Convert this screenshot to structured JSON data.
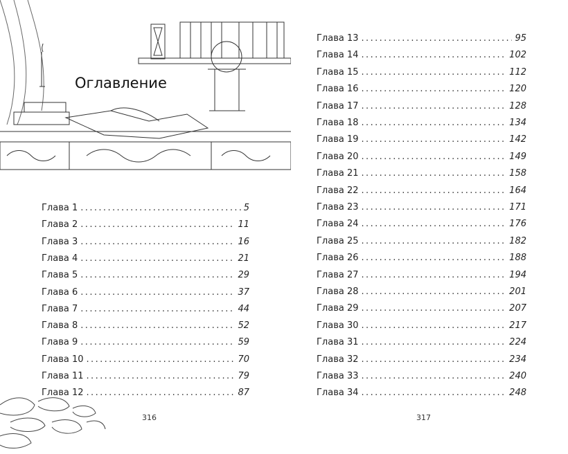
{
  "title": "Оглавление",
  "left_page": {
    "page_number": "316",
    "entries": [
      {
        "label": "Глава 1",
        "page": "5"
      },
      {
        "label": "Глава 2",
        "page": "11"
      },
      {
        "label": "Глава 3",
        "page": "16"
      },
      {
        "label": "Глава 4",
        "page": "21"
      },
      {
        "label": "Глава 5",
        "page": "29"
      },
      {
        "label": "Глава 6",
        "page": "37"
      },
      {
        "label": "Глава 7",
        "page": "44"
      },
      {
        "label": "Глава 8",
        "page": "52"
      },
      {
        "label": "Глава 9",
        "page": "59"
      },
      {
        "label": "Глава 10",
        "page": "70"
      },
      {
        "label": "Глава 11",
        "page": "79"
      },
      {
        "label": "Глава 12",
        "page": "87"
      }
    ]
  },
  "right_page": {
    "page_number": "317",
    "entries": [
      {
        "label": "Глава 13",
        "page": "95"
      },
      {
        "label": "Глава 14",
        "page": "102"
      },
      {
        "label": "Глава 15",
        "page": "112"
      },
      {
        "label": "Глава 16",
        "page": "120"
      },
      {
        "label": "Глава 17",
        "page": "128"
      },
      {
        "label": "Глава 18",
        "page": "134"
      },
      {
        "label": "Глава 19",
        "page": "142"
      },
      {
        "label": "Глава 20",
        "page": "149"
      },
      {
        "label": "Глава 21",
        "page": "158"
      },
      {
        "label": "Глава 22",
        "page": "164"
      },
      {
        "label": "Глава 23",
        "page": "171"
      },
      {
        "label": "Глава 24",
        "page": "176"
      },
      {
        "label": "Глава 25",
        "page": "182"
      },
      {
        "label": "Глава 26",
        "page": "188"
      },
      {
        "label": "Глава 27",
        "page": "194"
      },
      {
        "label": "Глава 28",
        "page": "201"
      },
      {
        "label": "Глава 29",
        "page": "207"
      },
      {
        "label": "Глава 30",
        "page": "217"
      },
      {
        "label": "Глава 31",
        "page": "224"
      },
      {
        "label": "Глава 32",
        "page": "234"
      },
      {
        "label": "Глава 33",
        "page": "240"
      },
      {
        "label": "Глава 34",
        "page": "248"
      }
    ]
  }
}
